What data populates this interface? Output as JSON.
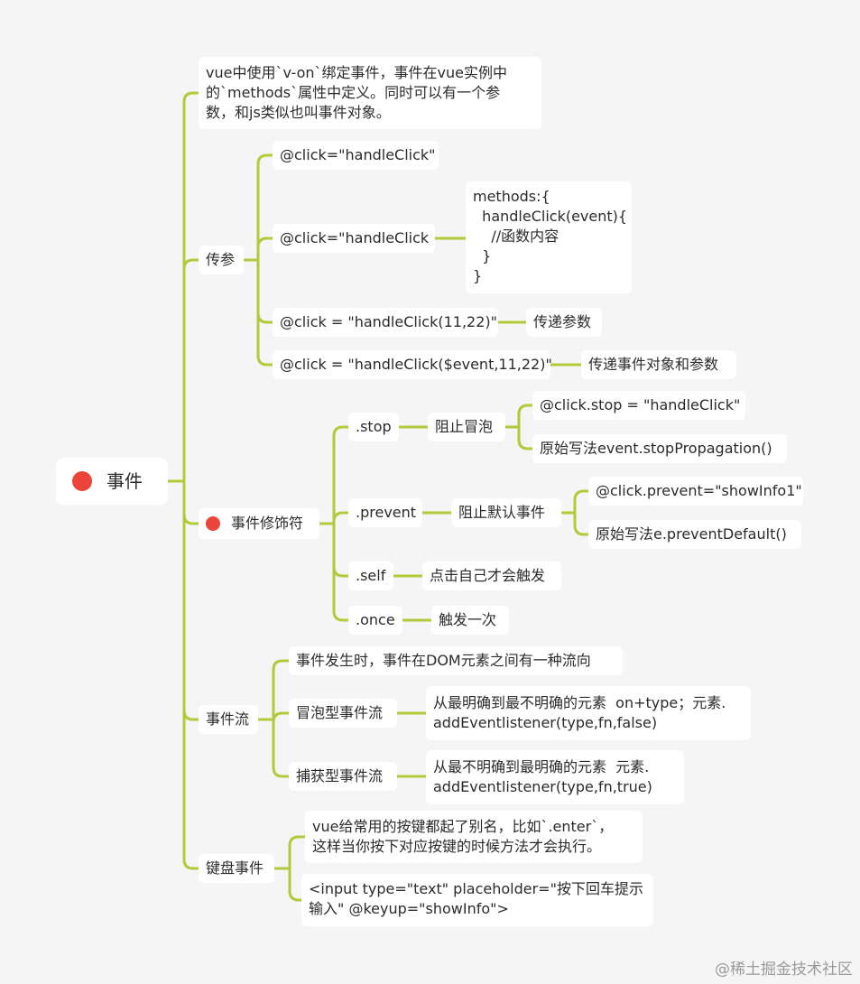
{
  "colors": {
    "link": "#b3c93a",
    "dot": "#ec4438",
    "node_bg": "#ffffff",
    "page_bg": "#f5f5f5"
  },
  "root": {
    "label": "事件",
    "icon": "red-dot-icon"
  },
  "intro": "vue中使用`v-on`绑定事件，事件在vue实例中\n的`methods`属性中定义。同时可以有一个参\n数，和js类似也叫事件对象。",
  "params": {
    "label": "传参",
    "items": [
      "@click=\"handleClick\"",
      "@click=\"handleClick",
      "@click = \"handleClick(11,22)\"",
      "@click = \"handleClick($event,11,22)\""
    ],
    "code": "methods:{\n  handleClick(event){\n    //函数内容\n  }\n}",
    "note_pass": "传递参数",
    "note_event": "传递事件对象和参数"
  },
  "modifiers": {
    "label": "事件修饰符",
    "icon": "red-dot-icon",
    "stop": {
      "label": ".stop",
      "desc": "阻止冒泡",
      "items": [
        "@click.stop = \"handleClick\"",
        "原始写法event.stopPropagation()"
      ]
    },
    "prevent": {
      "label": ".prevent",
      "desc": "阻止默认事件",
      "items": [
        "@click.prevent=\"showInfo1\"",
        "原始写法e.preventDefault()"
      ]
    },
    "self": {
      "label": ".self",
      "desc": "点击自己才会触发"
    },
    "once": {
      "label": ".once",
      "desc": "触发一次"
    }
  },
  "flow": {
    "label": "事件流",
    "desc": "事件发生时，事件在DOM元素之间有一种流向",
    "bubble": {
      "label": "冒泡型事件流",
      "desc": "从最明确到最不明确的元素  on+type；元素.\naddEventlistener(type,fn,false)"
    },
    "capture": {
      "label": "捕获型事件流",
      "desc": "从最不明确到最明确的元素  元素.\naddEventlistener(type,fn,true)"
    }
  },
  "keyboard": {
    "label": "键盘事件",
    "desc": "vue给常用的按键都起了别名，比如`.enter`，\n这样当你按下对应按键的时候方法才会执行。",
    "example": "<input type=\"text\" placeholder=\"按下回车提示\n输入\" @keyup=\"showInfo\">"
  },
  "watermark": "@稀土掘金技术社区"
}
